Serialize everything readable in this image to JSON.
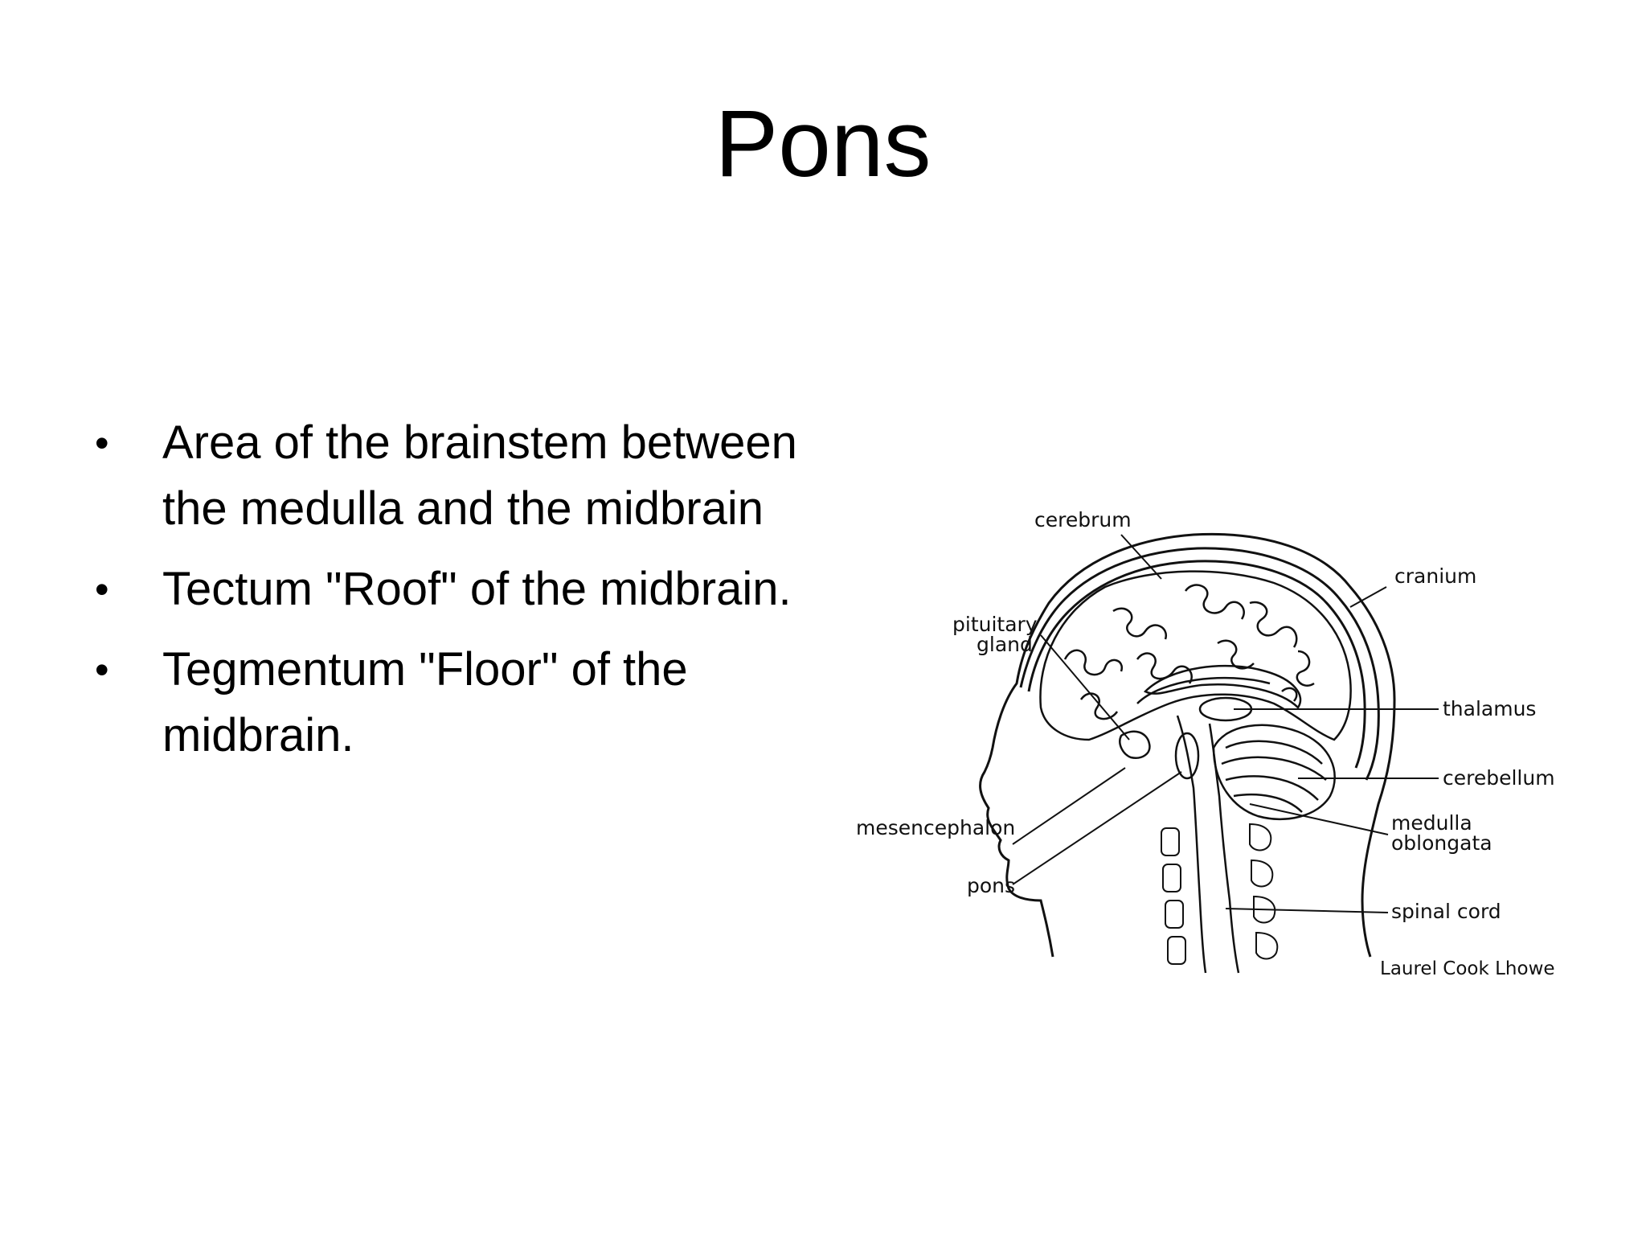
{
  "slide": {
    "title": "Pons",
    "bullets": [
      "Area of the brainstem between the medulla and the midbrain",
      "Tectum \"Roof\" of the midbrain.",
      "Tegmentum \"Floor\" of the midbrain."
    ],
    "bullet_glyph": "•"
  },
  "diagram": {
    "labels": {
      "cerebrum": "cerebrum",
      "cranium": "cranium",
      "pituitary_line1": "pituitary",
      "pituitary_line2": "gland",
      "thalamus": "thalamus",
      "cerebellum": "cerebellum",
      "mesencephalon": "mesencephalon",
      "medulla_line1": "medulla",
      "medulla_line2": "oblongata",
      "pons": "pons",
      "spinal_cord": "spinal cord"
    },
    "credit": "Laurel Cook Lhowe"
  }
}
